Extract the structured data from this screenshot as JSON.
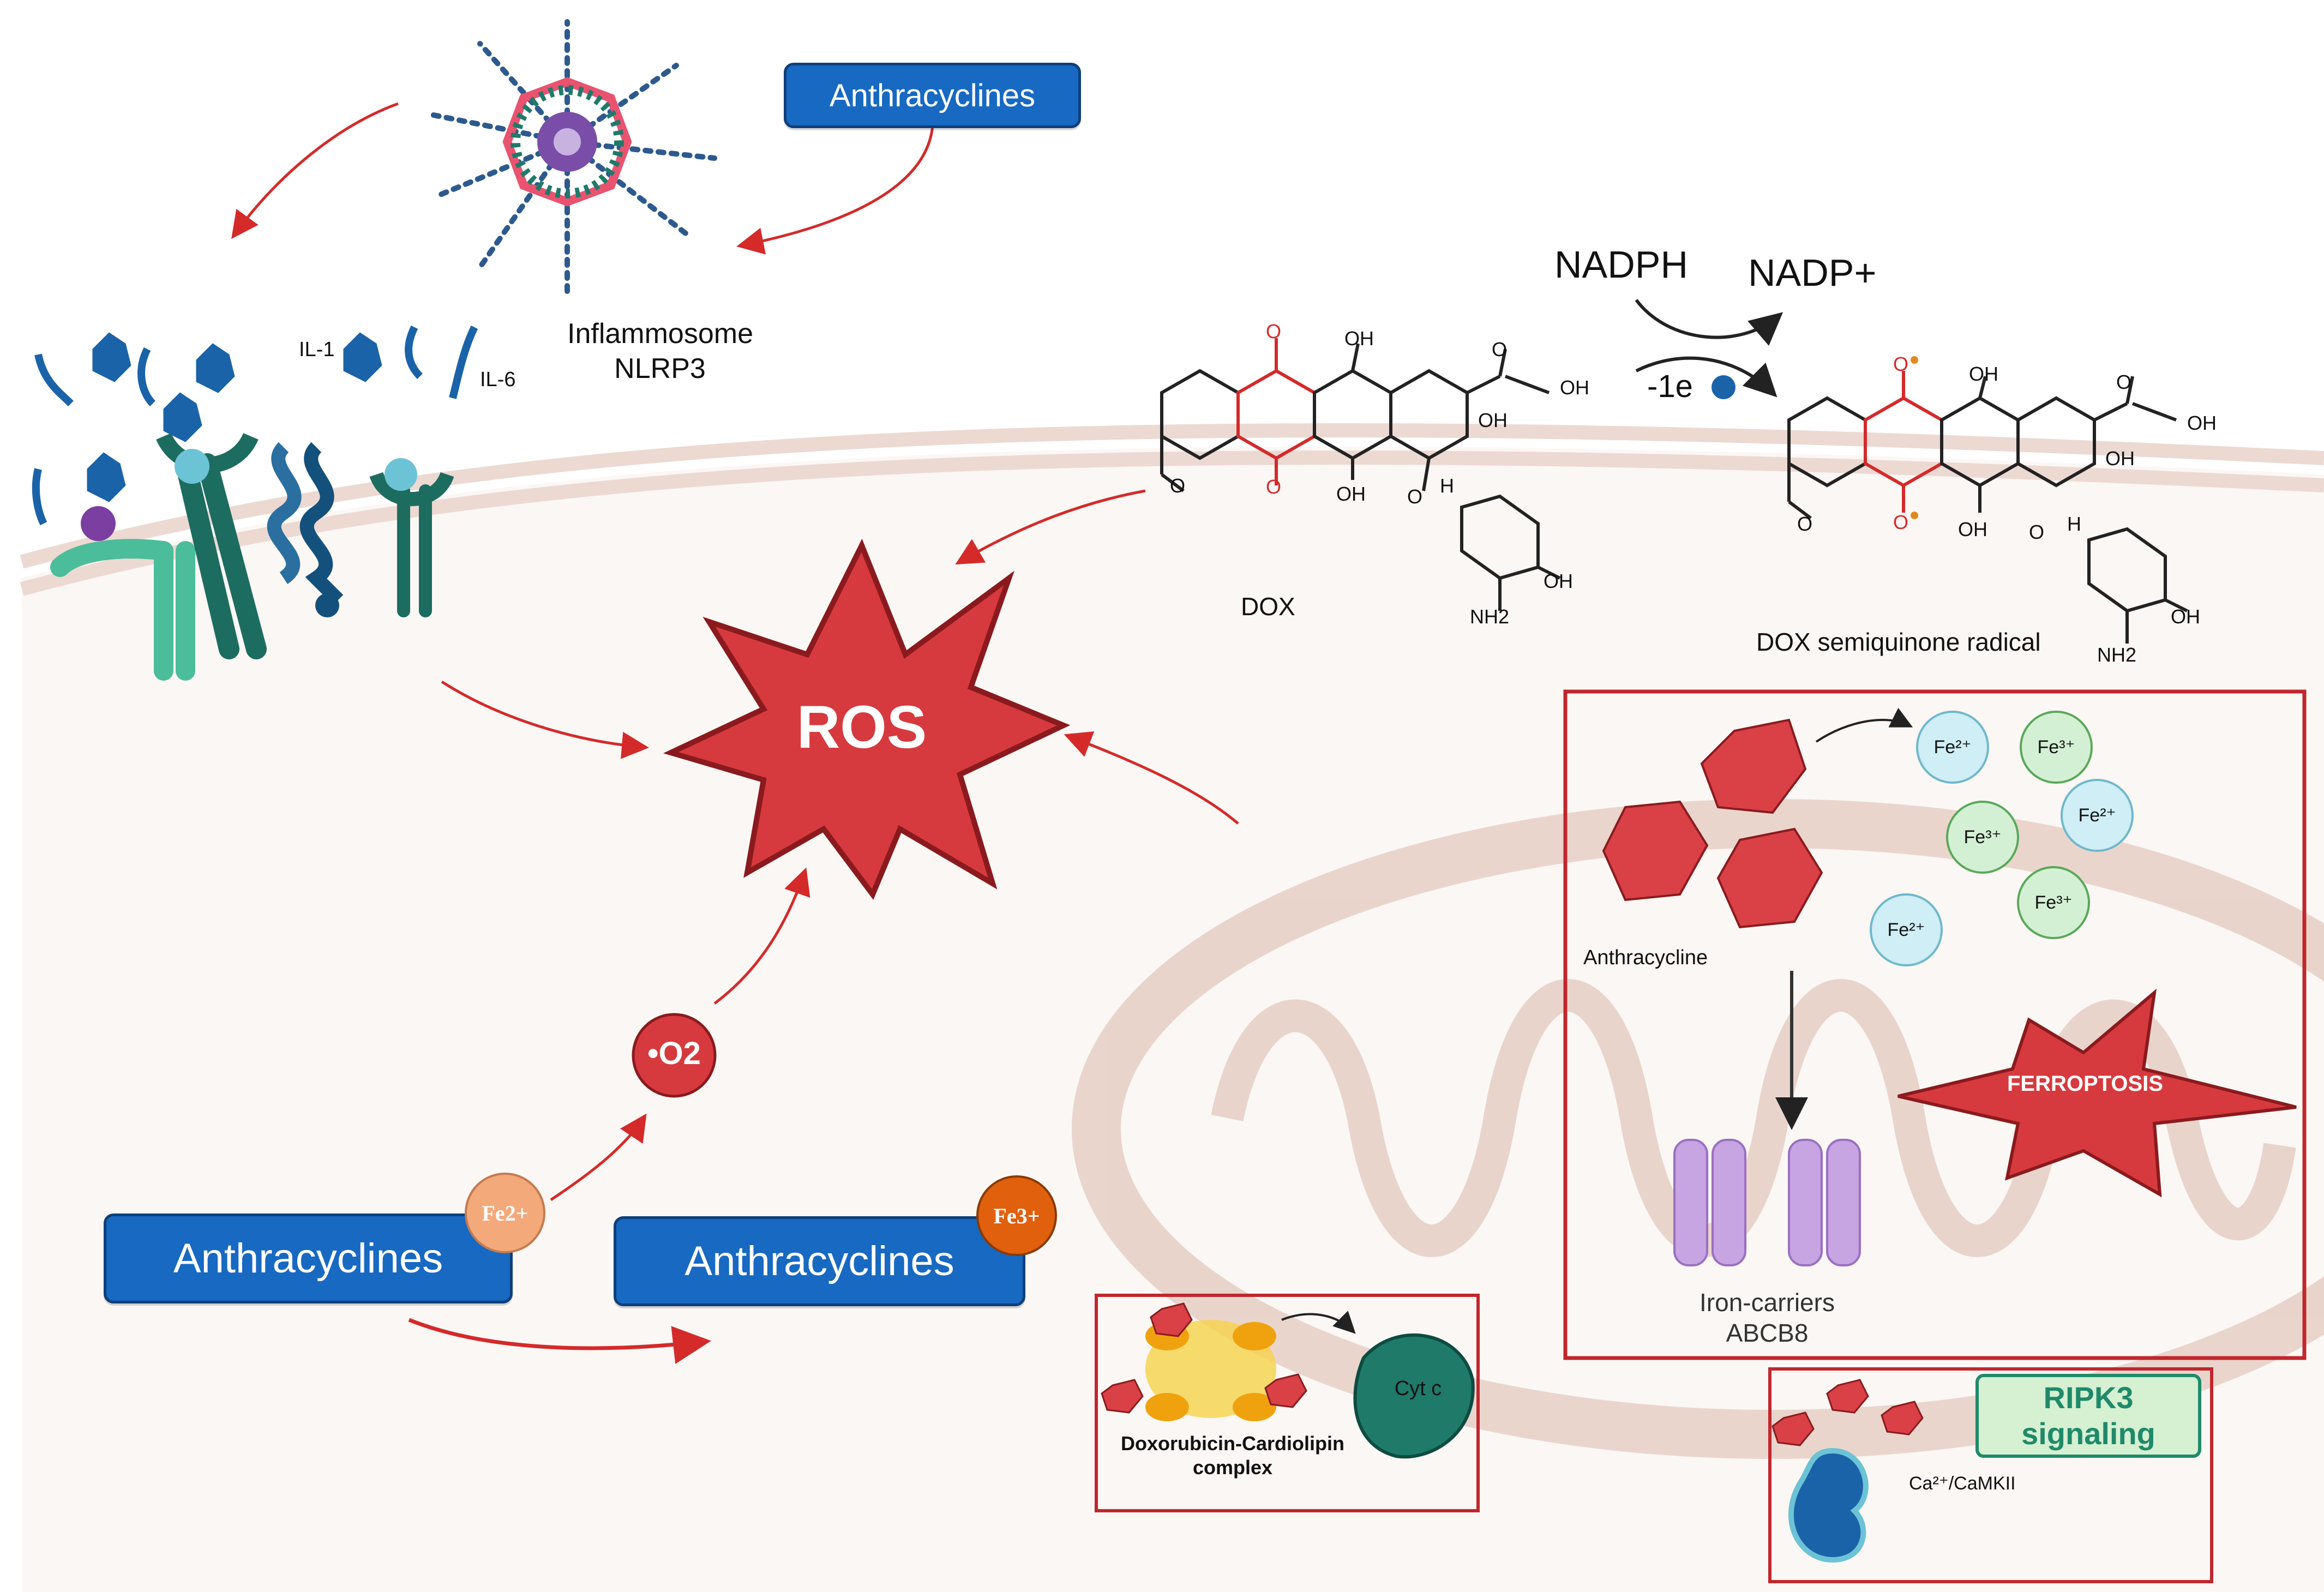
{
  "top": {
    "anthracyclines_top": "Anthracyclines",
    "inflammosome_line1": "Inflammosome",
    "inflammosome_line2": "NLRP3",
    "il1": "IL-1",
    "il6": "IL-6"
  },
  "reaction": {
    "nadph": "NADPH",
    "nadp_plus": "NADP+",
    "electron": "-1e",
    "dox_label": "DOX",
    "semiquinone_label": "DOX semiquinone radical"
  },
  "structure_labels": {
    "oh": "OH",
    "nh2": "NH2",
    "o": "O",
    "h": "H"
  },
  "center": {
    "ros": "ROS",
    "superoxide": "•O2"
  },
  "bottom_left": {
    "anthracyclines_fe2": "Anthracyclines",
    "fe2_badge": "Fe2+",
    "anthracyclines_fe3": "Anthracyclines",
    "fe3_badge": "Fe3+"
  },
  "ferroptosis_box": {
    "anthracycline_label": "Anthracycline",
    "ions": [
      "Fe²⁺",
      "Fe³⁺",
      "Fe²⁺",
      "Fe³⁺",
      "Fe²⁺",
      "Fe³⁺"
    ],
    "ferroptosis": "FERROPTOSIS",
    "iron_carriers_line1": "Iron-carriers",
    "iron_carriers_line2": "ABCB8"
  },
  "cardiolipin_box": {
    "complex_line1": "Doxorubicin-Cardiolipin",
    "complex_line2": "complex",
    "cyt_c": "Cyt c"
  },
  "ripk3_box": {
    "ripk3_line1": "RIPK3",
    "ripk3_line2": "signaling",
    "camkii": "Ca²⁺/CaMKII"
  },
  "colors": {
    "pill_blue": "#1769c2",
    "ros_red": "#d63a3e",
    "box_red": "#c0272d",
    "fe2_peach": "#f3a97a",
    "fe3_orange": "#e0600e",
    "ripk3_green": "#1f8a6a",
    "mito_tan": "#ead7cf"
  }
}
